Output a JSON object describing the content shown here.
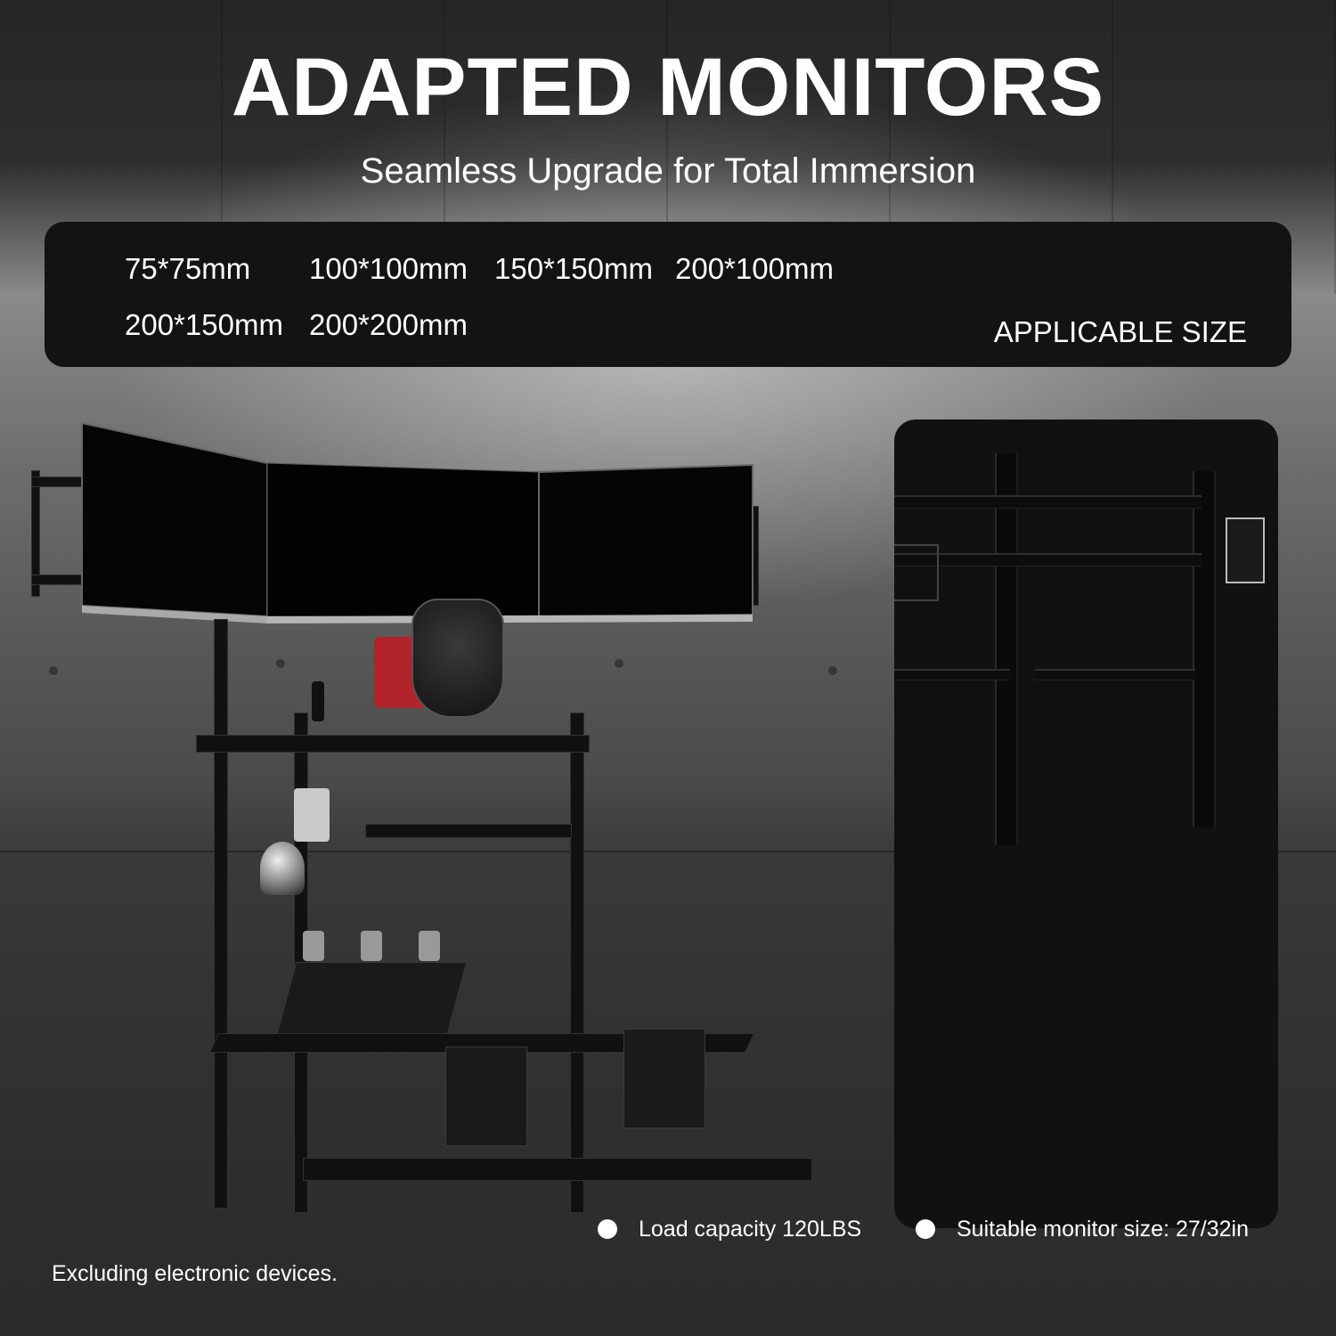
{
  "header": {
    "title": "ADAPTED MONITORS",
    "subtitle": "Seamless Upgrade for Total Immersion"
  },
  "applicable_sizes": {
    "label": "APPLICABLE SIZE",
    "rows": [
      [
        "75*75mm",
        "100*100mm",
        "150*150mm",
        "200*100mm"
      ],
      [
        "200*150mm",
        "200*200mm"
      ]
    ]
  },
  "images": {
    "main_product": "Racing sim cockpit with triple monitor stand, steering wheel, shifter and pedals",
    "stand_detail": "Triple monitor stand frame close-up"
  },
  "specs": [
    {
      "icon": "bullet-icon",
      "text": "Load capacity 120LBS"
    },
    {
      "icon": "bullet-icon",
      "text": "Suitable monitor size: 27/32in"
    }
  ],
  "note": "Excluding electronic devices.",
  "colors": {
    "panel_bg": "#131313",
    "text": "#ffffff",
    "accent_red": "#b2232a"
  }
}
